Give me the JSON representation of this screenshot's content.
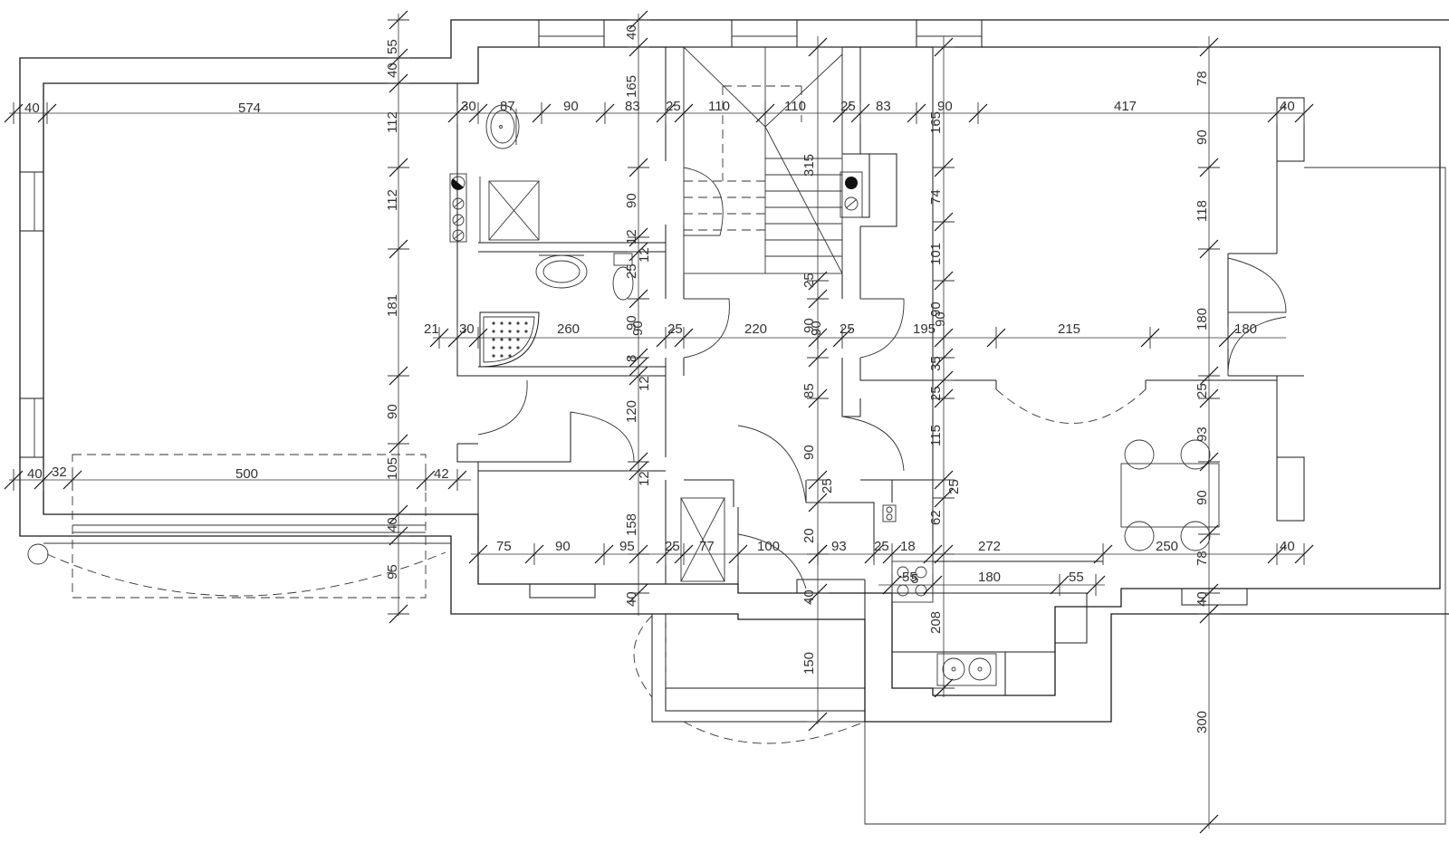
{
  "drawing": {
    "colors": {
      "line": "#1a1a1a",
      "background": "#ffffff"
    },
    "icons": [
      "washbasin-icon",
      "toilet-icon",
      "shower-tray-icon",
      "boiler-icon",
      "stove-icon",
      "sink-icon",
      "dining-table-icon"
    ],
    "dimensions": {
      "top": [
        "40",
        "574",
        "30",
        "87",
        "90",
        "83",
        "25",
        "110",
        "110",
        "25",
        "83",
        "90",
        "417",
        "40"
      ],
      "mid": [
        "21",
        "30",
        "260",
        "90",
        "25",
        "220",
        "90",
        "25",
        "195",
        "90",
        "215",
        "180"
      ],
      "terrace": [
        "40",
        "32",
        "500",
        "42"
      ],
      "bottom": [
        "75",
        "90",
        "95",
        "25",
        "77",
        "100",
        "93",
        "25",
        "18",
        "272",
        "250",
        "40"
      ],
      "kitchen": [
        "55",
        "180",
        "55"
      ],
      "left_v": [
        "55",
        "40",
        "112",
        "112",
        "181",
        "90",
        "105",
        "40",
        "95"
      ],
      "col1_v": [
        "40",
        "165",
        "90",
        "12",
        "25",
        "12",
        "90",
        "8",
        "12",
        "120",
        "12",
        "158",
        "40"
      ],
      "col2_v": [
        "315",
        "25",
        "90",
        "85",
        "90",
        "25",
        "20",
        "40",
        "150"
      ],
      "col3_v": [
        "165",
        "74",
        "101",
        "90",
        "25",
        "35",
        "115",
        "25",
        "62",
        "208"
      ],
      "right_v": [
        "78",
        "90",
        "118",
        "180",
        "25",
        "93",
        "90",
        "78",
        "40",
        "300"
      ],
      "misc": [
        "5"
      ]
    }
  }
}
